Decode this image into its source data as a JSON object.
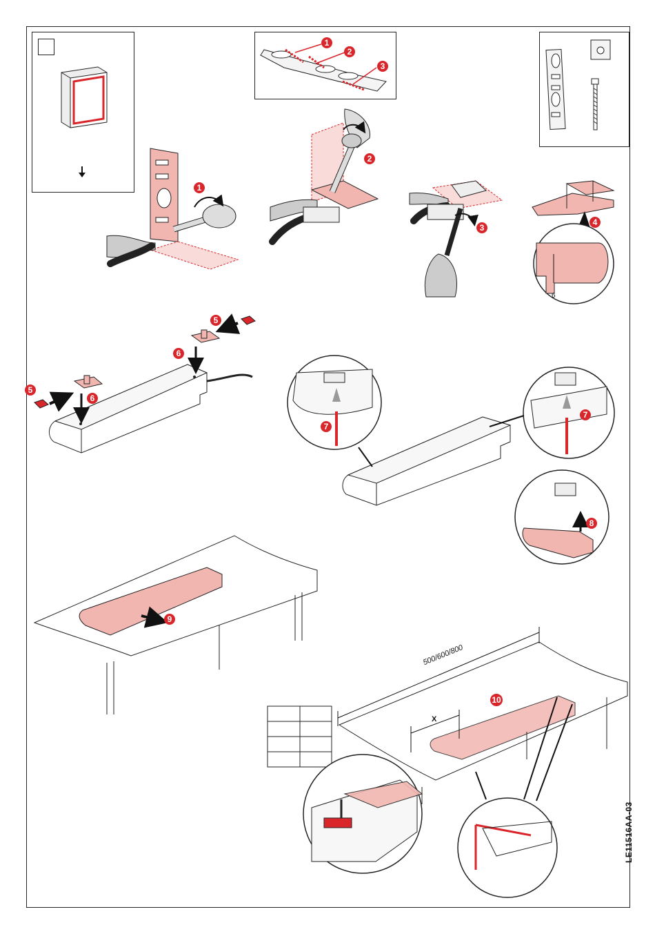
{
  "document": {
    "code": "LE11516AA-03"
  },
  "steps": {
    "s1": "1",
    "s2": "2",
    "s3": "3",
    "s4": "4",
    "s5": "5",
    "s6": "6",
    "s7": "7",
    "s8": "8",
    "s9": "9",
    "s10": "10"
  },
  "labels": {
    "detail_measure": "6",
    "table_length": "500/600/800",
    "offset": "X"
  },
  "colors": {
    "accent": "#d9262b",
    "highlight_fill": "#f2b6b1",
    "line": "#222222"
  }
}
